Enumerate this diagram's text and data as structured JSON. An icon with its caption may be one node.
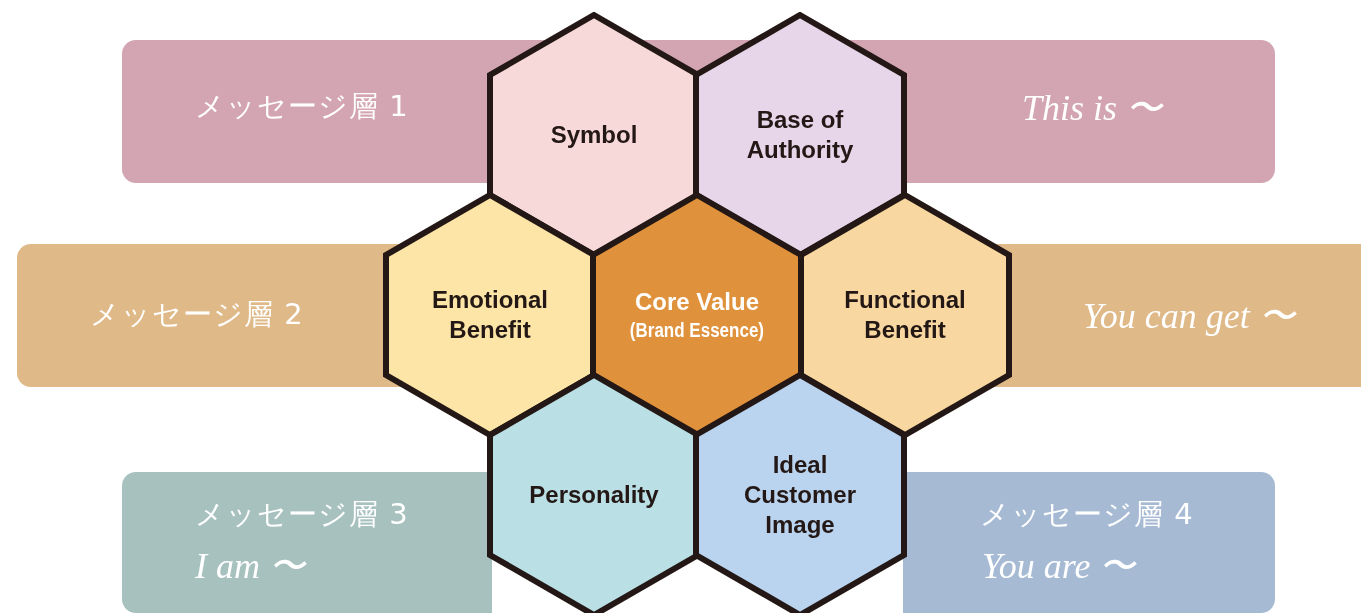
{
  "diagram": {
    "nodes": [
      {
        "text": [
          "メッセージ層 1",
          "This is 〜"
        ]
      },
      {
        "text": [
          "メッセージ層 2",
          "You can get 〜"
        ]
      },
      {
        "text": [
          "メッセージ層 3",
          "I am 〜"
        ]
      },
      {
        "text": [
          "メッセージ層 4",
          "You are 〜"
        ]
      },
      {
        "text": [
          "Symbol"
        ]
      },
      {
        "text": [
          "Base of Authority"
        ]
      },
      {
        "text": [
          "Emotional Benefit"
        ]
      },
      {
        "text": [
          "Core Value",
          "(Brand Essence)"
        ]
      },
      {
        "text": [
          "Functional Benefit"
        ]
      },
      {
        "text": [
          "Personality"
        ]
      },
      {
        "text": [
          "Ideal Customer Image"
        ]
      }
    ]
  }
}
